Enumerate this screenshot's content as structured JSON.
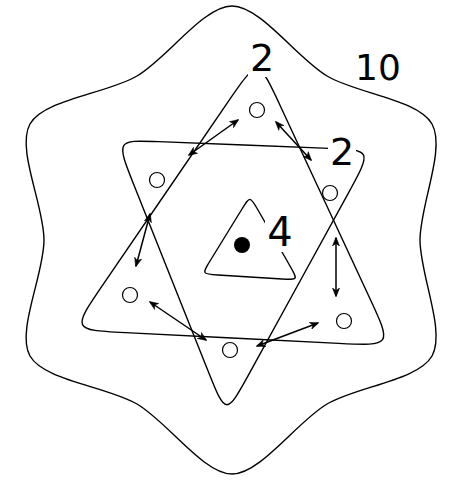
{
  "diagram": {
    "nodes": [
      {
        "text": [
          "10"
        ]
      },
      {
        "text": [
          "2"
        ],
        "in": 0
      },
      {
        "text": [
          "2"
        ],
        "in": 0
      },
      {
        "text": [
          "4"
        ],
        "in": 1
      }
    ]
  }
}
